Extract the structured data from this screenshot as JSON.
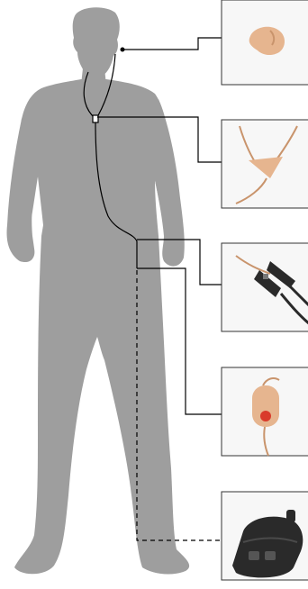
{
  "diagram": {
    "colors": {
      "background": "#ffffff",
      "silhouette": "#9e9e9e",
      "connector": "#000000",
      "panel_border": "#333333",
      "panel_fill": "#f7f7f7",
      "skin_tone": "#e6b58f",
      "device_dark": "#2a2a2a",
      "button_red": "#d93b2b"
    },
    "figure": "person-silhouette",
    "components": [
      {
        "id": "earpiece",
        "icon": "earpiece-icon",
        "link": "solid"
      },
      {
        "id": "microphone",
        "icon": "lapel-microphone-icon",
        "link": "solid"
      },
      {
        "id": "cable",
        "icon": "coiled-cable-icon",
        "link": "solid"
      },
      {
        "id": "ptt",
        "icon": "ptt-button-icon",
        "link": "solid"
      },
      {
        "id": "radio",
        "icon": "radio-transmitter-icon",
        "link": "dashed"
      }
    ]
  }
}
